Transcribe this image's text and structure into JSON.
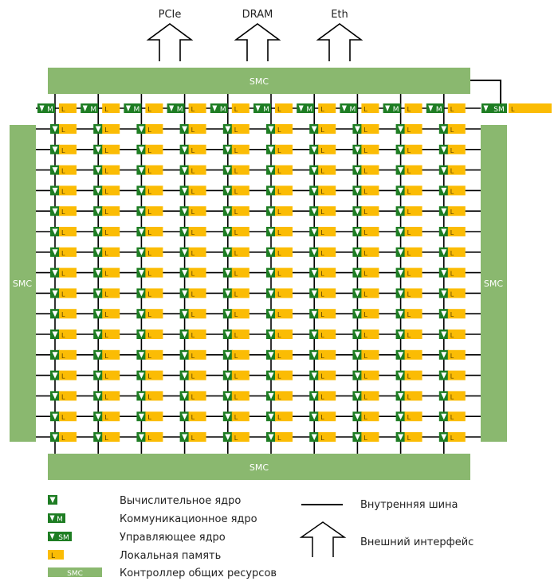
{
  "interfaces": [
    "PCIe",
    "DRAM",
    "Eth"
  ],
  "smc": {
    "top": "SMC",
    "bottom": "SMC",
    "left": "SMC",
    "right": "SMC"
  },
  "core_letters": {
    "comm": "M",
    "mgmt": "SM",
    "mem": "L"
  },
  "grid": {
    "columns": 10,
    "compute_rows": 16
  },
  "legend": {
    "compute_core": "Вычислительное ядро",
    "comm_core": "Коммуникационное ядро",
    "mgmt_core": "Управляющее ядро",
    "local_memory": "Локальная память",
    "smc_label": "SMC",
    "smc": "Контроллер общих ресурсов",
    "internal_bus": "Внутренняя шина",
    "external_interface": "Внешний интерфейс"
  },
  "colors": {
    "core": "#1e7d23",
    "memory": "#fbbc04",
    "smc": "#8ab86f",
    "line": "#000000"
  }
}
